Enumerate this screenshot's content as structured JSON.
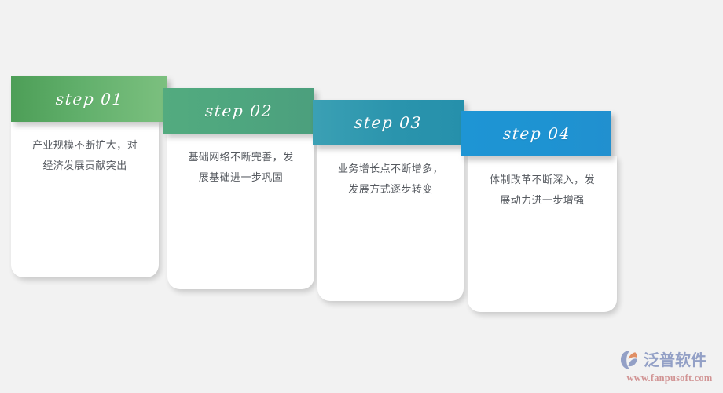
{
  "page": {
    "background_color": "#f2f2f2",
    "title": "Four Step Process Infographic"
  },
  "steps": [
    {
      "id": "step-1",
      "label": "step 01",
      "body": "产业规模不断扩大，对\n经济发展贡献突出",
      "banner_color_start": "#4d9e57",
      "banner_color_end": "#7cc07f",
      "card_color": "#ffffff"
    },
    {
      "id": "step-2",
      "label": "step 02",
      "body": "基础网络不断完善，发\n展基础进一步巩固",
      "banner_color_start": "#53ab7f",
      "banner_color_end": "#4c9f7d",
      "card_color": "#ffffff"
    },
    {
      "id": "step-3",
      "label": "step 03",
      "body": "业务增长点不断增多，\n发展方式逐步转变",
      "banner_color_start": "#3ba0b4",
      "banner_color_end": "#2690ab",
      "card_color": "#ffffff"
    },
    {
      "id": "step-4",
      "label": "step 04",
      "body": "体制改革不断深入，发\n展动力进一步增强",
      "banner_color_start": "#1e95d4",
      "banner_color_end": "#2190cf",
      "card_color": "#ffffff"
    }
  ],
  "watermark": {
    "logo_icon": "fanpu-swoosh-logo-icon",
    "brand": "泛普软件",
    "url": "www.fanpusoft.com",
    "brand_color": "#8e9cc4",
    "url_color": "#d09090",
    "logo_accent_color": "#e08a5e"
  }
}
